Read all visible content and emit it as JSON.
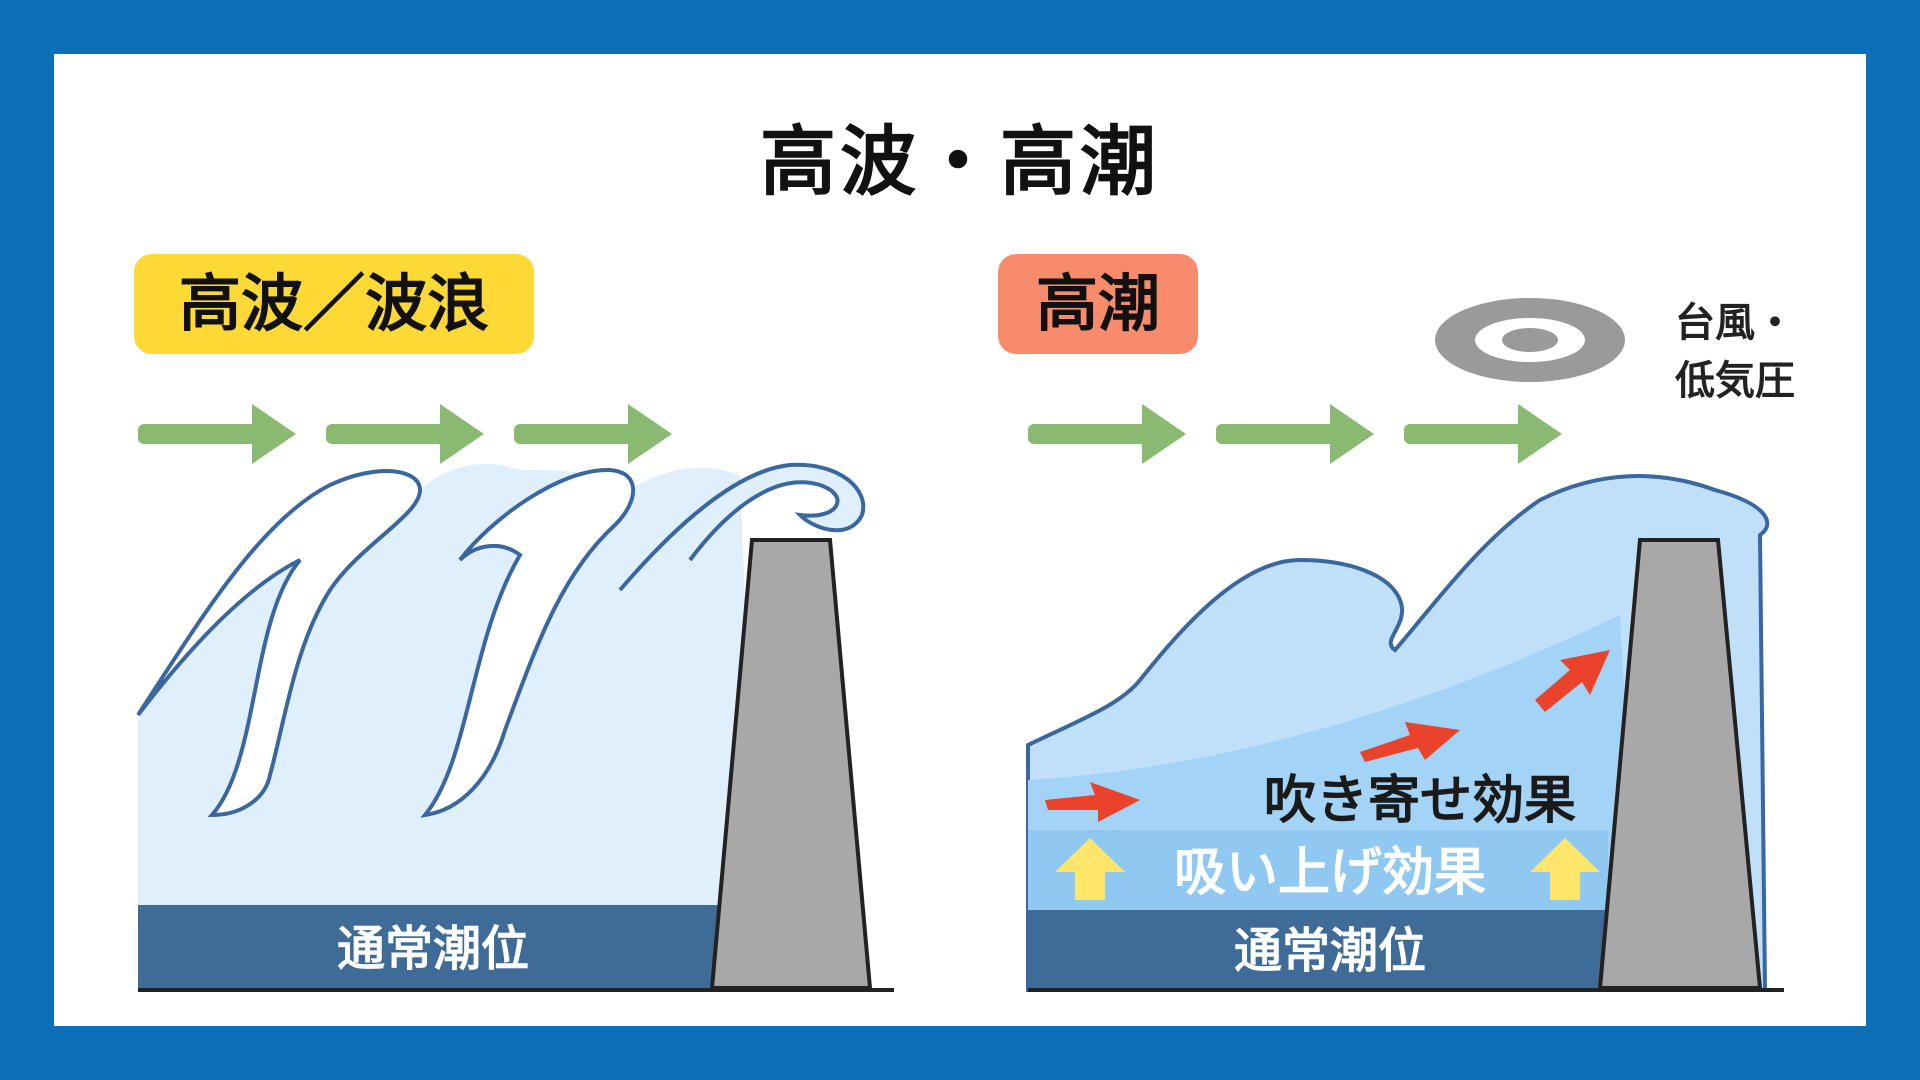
{
  "title": "高波・高潮",
  "left_panel": {
    "heading": "高波／波浪",
    "base_label": "通常潮位"
  },
  "right_panel": {
    "heading": "高潮",
    "typhoon_label_line1": "台風・",
    "typhoon_label_line2": "低気圧",
    "wind_setup_label": "吹き寄せ効果",
    "suction_label": "吸い上げ効果",
    "base_label": "通常潮位"
  },
  "colors": {
    "frame": "#0b6fb8",
    "heading_left_bg": "#fdd935",
    "heading_right_bg": "#f98b6d",
    "wind_arrow": "#8aba72",
    "water_light": "#dff0fc",
    "water_mid": "#bfe0f8",
    "water_deep": "#a3d3f6",
    "base_tide": "#3f6b97",
    "wave_outline": "#3a67a0",
    "seawall": "#a8a8a8",
    "red_arrow": "#e9432c",
    "yellow_arrow": "#fde66a",
    "typhoon": "#9a9a9a"
  }
}
